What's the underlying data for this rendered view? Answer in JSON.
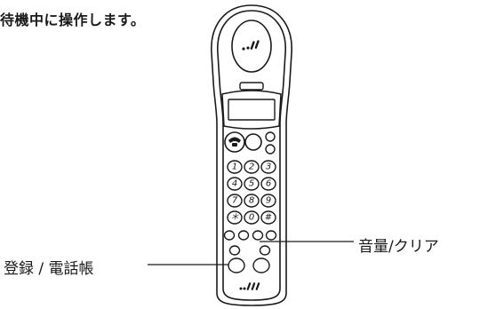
{
  "heading": "待機中に操作します。",
  "callouts": {
    "left": "登録 / 電話帳",
    "right": "音量/クリア"
  },
  "keypad": {
    "keys": [
      "1",
      "2",
      "3",
      "4",
      "5",
      "6",
      "7",
      "8",
      "9",
      "＊",
      "0",
      "#"
    ]
  },
  "colors": {
    "line": "#1a1a1a",
    "background": "#ffffff"
  }
}
